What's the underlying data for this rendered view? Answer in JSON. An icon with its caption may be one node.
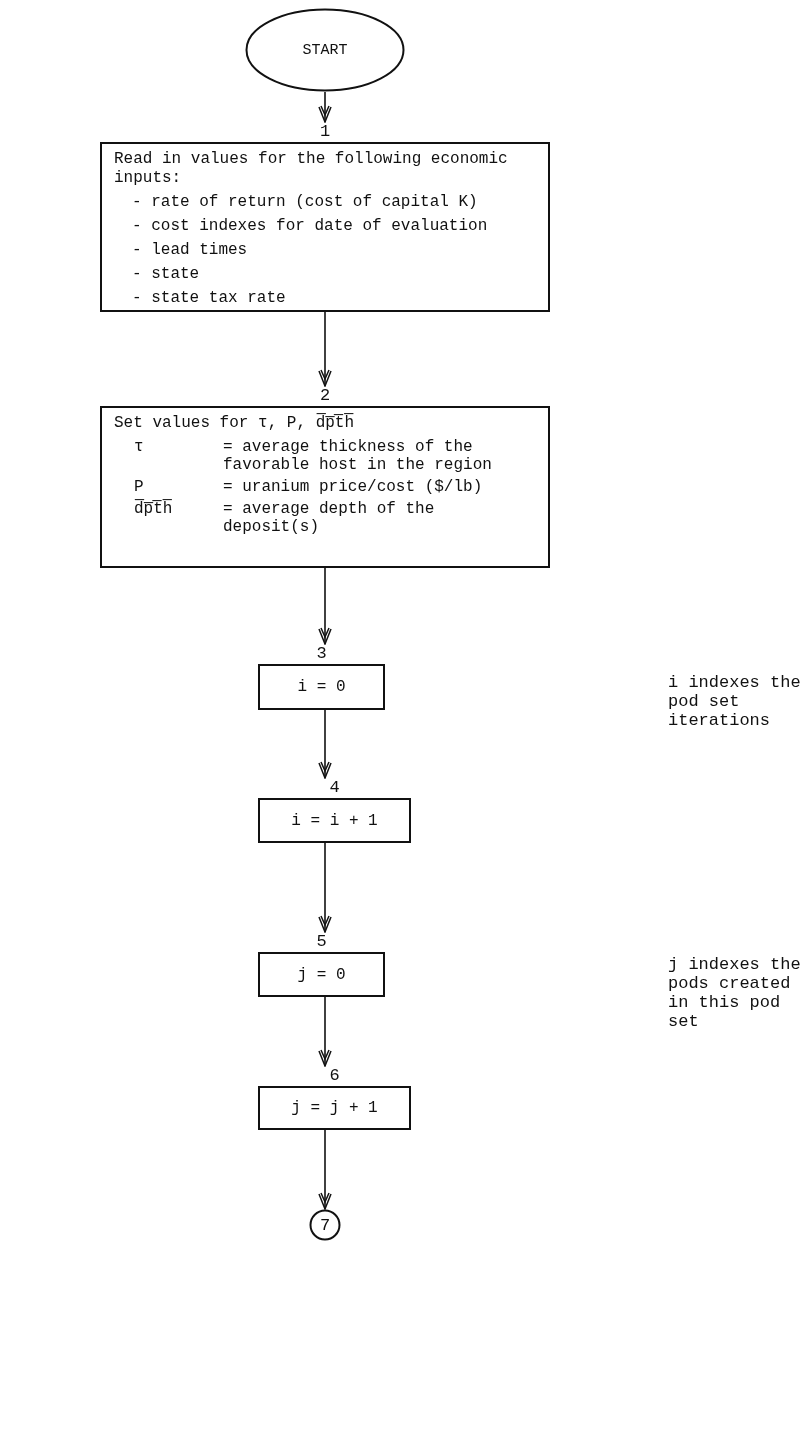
{
  "diagram": {
    "nodes": [
      {
        "text": [
          "START"
        ]
      },
      {
        "text": [
          "Read in values for the following economic inputs:",
          "- rate of return (cost of capital K)",
          "- cost indexes for date of evaluation",
          "- lead times",
          "- state",
          "- state tax rate"
        ],
        "beside": [
          "1"
        ]
      },
      {
        "text": [
          "Set values for τ, P, d̅p̅t̅h̅",
          "τ",
          "= average thickness of the favorable host in the region",
          "P",
          "= uranium price/cost ($/lb)",
          "d̅p̅t̅h̅",
          "= average depth of the deposit(s)"
        ],
        "beside": [
          "2"
        ]
      },
      {
        "text": [
          "i = 0"
        ],
        "beside": [
          "3"
        ]
      },
      {
        "text": [
          "i = i + 1"
        ],
        "beside": [
          "4"
        ]
      },
      {
        "text": [
          "j = 0"
        ],
        "beside": [
          "5"
        ]
      },
      {
        "text": [
          "j = j + 1"
        ],
        "beside": [
          "6"
        ]
      },
      {
        "text": [
          "7"
        ]
      }
    ],
    "edges": [
      {
        "from": 0,
        "to": 1,
        "arrow": "to"
      },
      {
        "from": 1,
        "to": 2,
        "arrow": "to"
      },
      {
        "from": 2,
        "to": 3,
        "arrow": "to"
      },
      {
        "from": 3,
        "to": 4,
        "arrow": "to"
      },
      {
        "from": 4,
        "to": 5,
        "arrow": "to"
      },
      {
        "from": 5,
        "to": 6,
        "arrow": "to"
      },
      {
        "from": 6,
        "to": 7,
        "arrow": "to"
      }
    ],
    "labels": [
      "i indexes the pod set iterations",
      "j indexes the pods created in this pod set"
    ]
  }
}
